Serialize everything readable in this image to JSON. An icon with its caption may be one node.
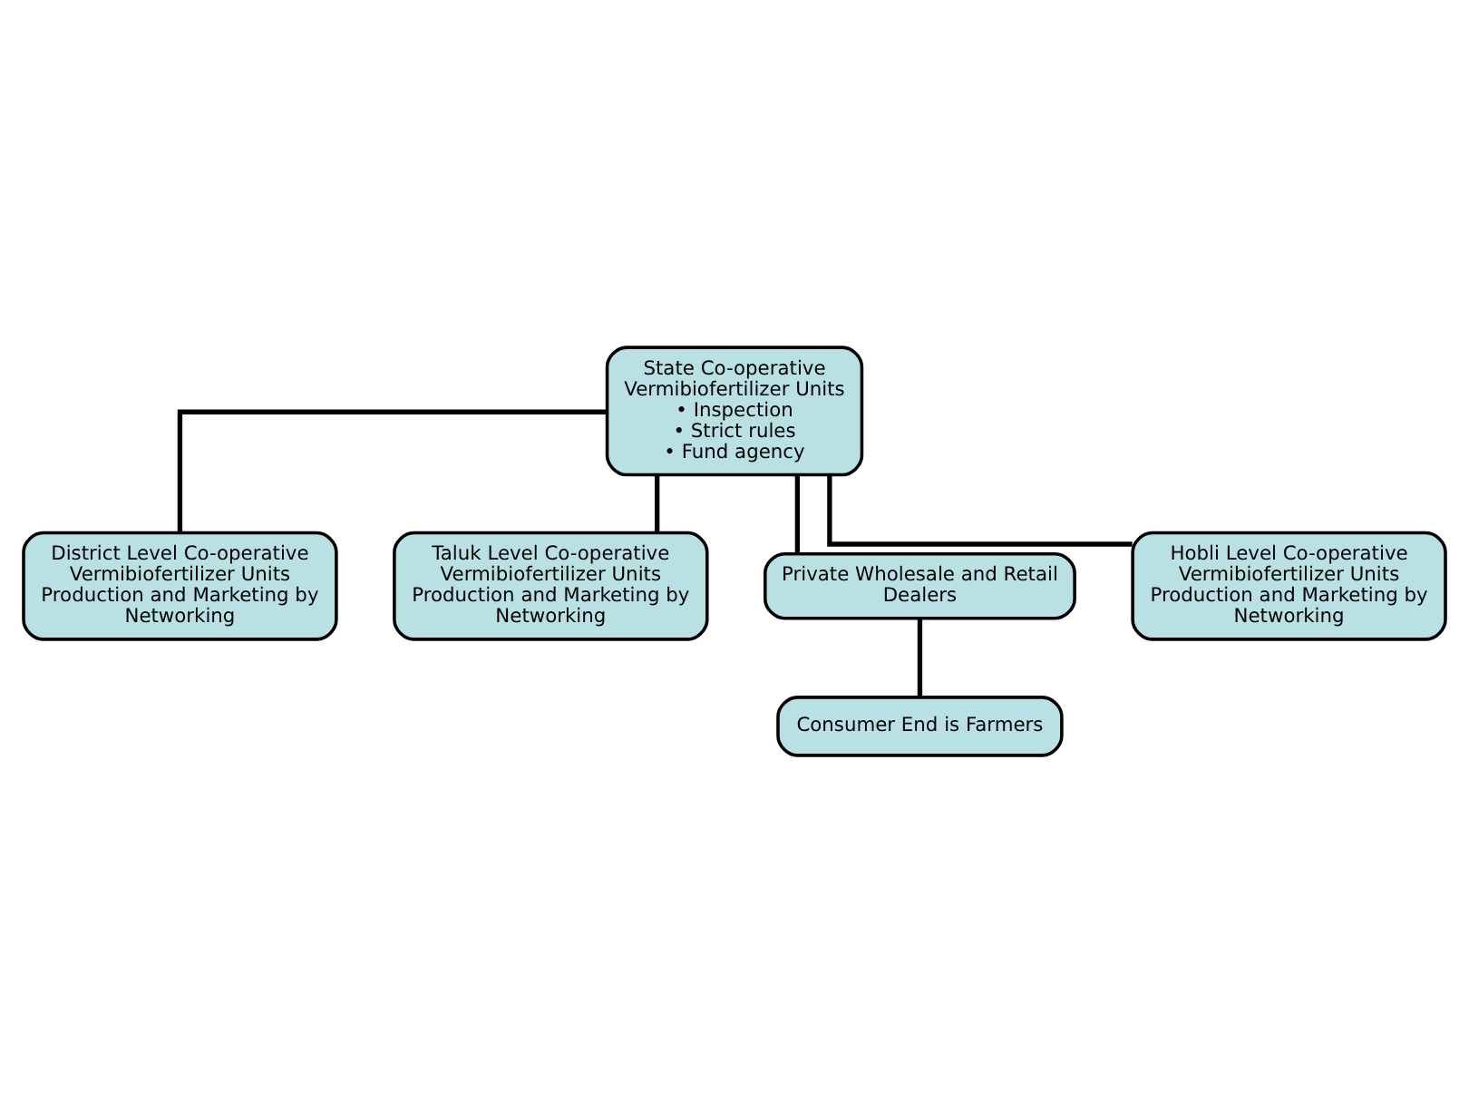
{
  "diagram": {
    "nodes": [
      {
        "text": [
          "State Co-operative Vermibiofertilizer Units",
          "• Inspection",
          "• Strict rules",
          "• Fund agency"
        ]
      },
      {
        "text": [
          "District Level Co-operative Vermibiofertilizer Units Production and Marketing by Networking"
        ]
      },
      {
        "text": [
          "Taluk Level Co-operative Vermibiofertilizer Units Production and Marketing by Networking"
        ]
      },
      {
        "text": [
          "Private Wholesale and Retail Dealers"
        ]
      },
      {
        "text": [
          "Hobli Level Co-operative Vermibiofertilizer Units Production and Marketing by Networking"
        ]
      },
      {
        "text": [
          "Consumer End is Farmers"
        ]
      }
    ],
    "edges": [
      {
        "from": 0,
        "to": 1,
        "arrow": "none"
      },
      {
        "from": 0,
        "to": 2,
        "arrow": "none"
      },
      {
        "from": 0,
        "to": 3,
        "arrow": "none"
      },
      {
        "from": 0,
        "to": 4,
        "arrow": "none"
      },
      {
        "from": 3,
        "to": 5,
        "arrow": "none"
      }
    ]
  }
}
